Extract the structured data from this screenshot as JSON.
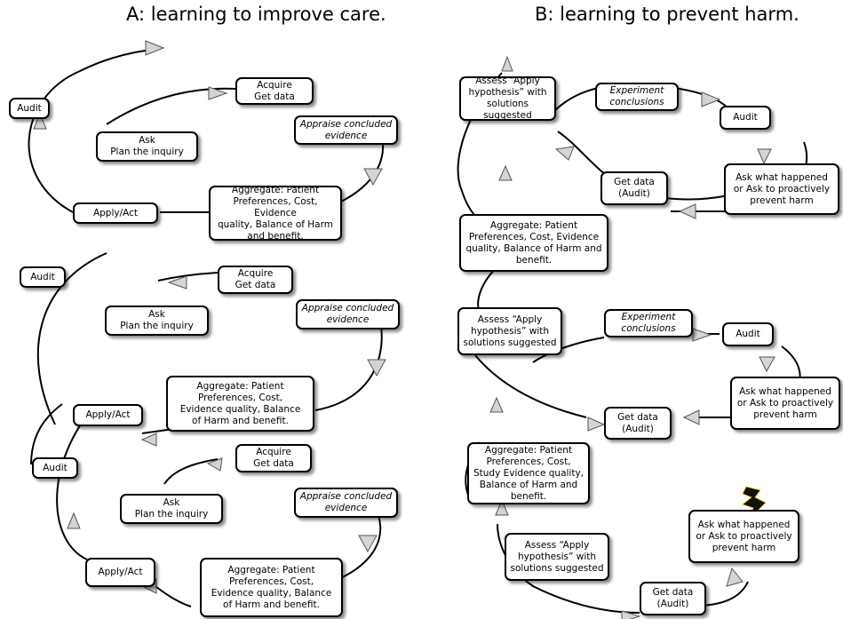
{
  "panel_a": {
    "title": "A: learning to improve care.",
    "loops": [
      {
        "acquire": [
          "Acquire",
          "Get data"
        ],
        "appraise": [
          "Appraise concluded",
          "evidence"
        ],
        "ask": [
          "Ask",
          "Plan the inquiry"
        ],
        "aggregate": [
          "Aggregate: Patient",
          "Preferences, Cost, Evidence",
          "quality, Balance of Harm",
          "and benefit."
        ],
        "apply": "Apply/Act",
        "audit": "Audit"
      },
      {
        "acquire": [
          "Acquire",
          "Get data"
        ],
        "appraise": [
          "Appraise concluded",
          "evidence"
        ],
        "ask": [
          "Ask",
          "Plan the inquiry"
        ],
        "aggregate": [
          "Aggregate: Patient",
          "Preferences, Cost,",
          "Evidence quality, Balance",
          "of Harm and benefit."
        ],
        "apply": "Apply/Act",
        "audit": "Audit"
      },
      {
        "acquire": [
          "Acquire",
          "Get data"
        ],
        "appraise": [
          "Appraise concluded",
          "evidence"
        ],
        "ask": [
          "Ask",
          "Plan the inquiry"
        ],
        "aggregate": [
          "Aggregate: Patient",
          "Preferences, Cost,",
          "Evidence quality, Balance",
          "of Harm and benefit."
        ],
        "apply": "Apply/Act",
        "audit": "Audit"
      }
    ]
  },
  "panel_b": {
    "title": "B: learning to prevent harm.",
    "loops": [
      {
        "assess": [
          "Assess “Apply",
          "hypothesis” with",
          "solutions suggested"
        ],
        "experiment": [
          "Experiment",
          "conclusions"
        ],
        "audit": "Audit",
        "ask": [
          "Ask what happened",
          "or Ask to proactively",
          "prevent harm"
        ],
        "get_data": [
          "Get data",
          "(Audit)"
        ],
        "aggregate": [
          "Aggregate: Patient",
          "Preferences, Cost, Evidence",
          "quality, Balance of Harm and",
          "benefit."
        ]
      },
      {
        "assess": [
          "Assess “Apply",
          "hypothesis” with",
          "solutions suggested"
        ],
        "experiment": [
          "Experiment",
          "conclusions"
        ],
        "audit": "Audit",
        "ask": [
          "Ask what happened",
          "or Ask to proactively",
          "prevent harm"
        ],
        "get_data": [
          "Get data",
          "(Audit)"
        ],
        "aggregate": [
          "Aggregate: Patient",
          "Preferences, Cost,",
          "Study Evidence quality,",
          "Balance of Harm and",
          "benefit."
        ]
      },
      {
        "assess": [
          "Assess “Apply",
          "hypothesis” with",
          "solutions suggested"
        ],
        "ask": [
          "Ask what happened",
          "or Ask to proactively",
          "prevent harm"
        ],
        "get_data": [
          "Get data",
          "(Audit)"
        ]
      }
    ]
  }
}
